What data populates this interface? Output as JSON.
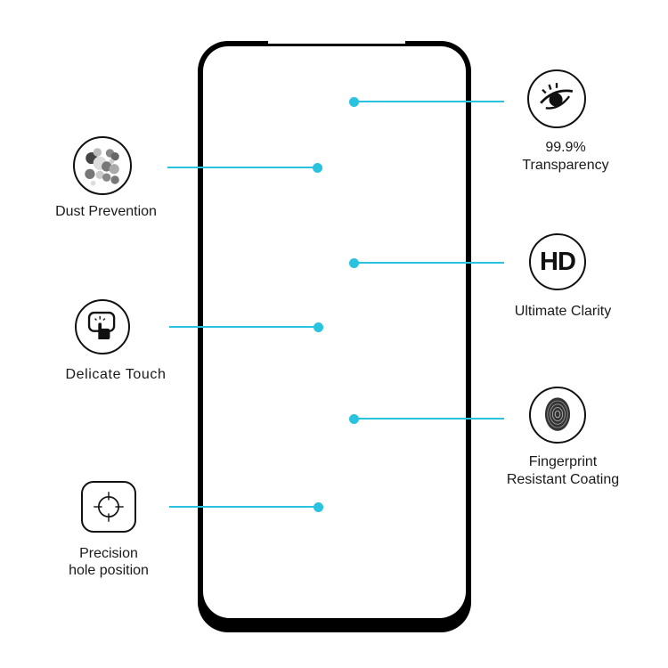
{
  "colors": {
    "accent_line": "#29c3df",
    "frame": "#000000",
    "text": "#1a1a1a"
  },
  "features_left": [
    {
      "id": "dust",
      "icon": "dust-particles-icon",
      "label": "Dust Prevention"
    },
    {
      "id": "touch",
      "icon": "touch-screen-icon",
      "label": "Delicate Touch"
    },
    {
      "id": "hole",
      "icon": "crosshair-target-icon",
      "label_line1": "Precision",
      "label_line2": "hole position"
    }
  ],
  "features_right": [
    {
      "id": "transparency",
      "icon": "eye-icon",
      "label_line1": "99.9%",
      "label_line2": "Transparency"
    },
    {
      "id": "hd",
      "icon": "hd-icon",
      "icon_text": "HD",
      "label": "Ultimate Clarity"
    },
    {
      "id": "fingerprint",
      "icon": "fingerprint-icon",
      "label_line1": "Fingerprint",
      "label_line2": "Resistant Coating"
    }
  ]
}
